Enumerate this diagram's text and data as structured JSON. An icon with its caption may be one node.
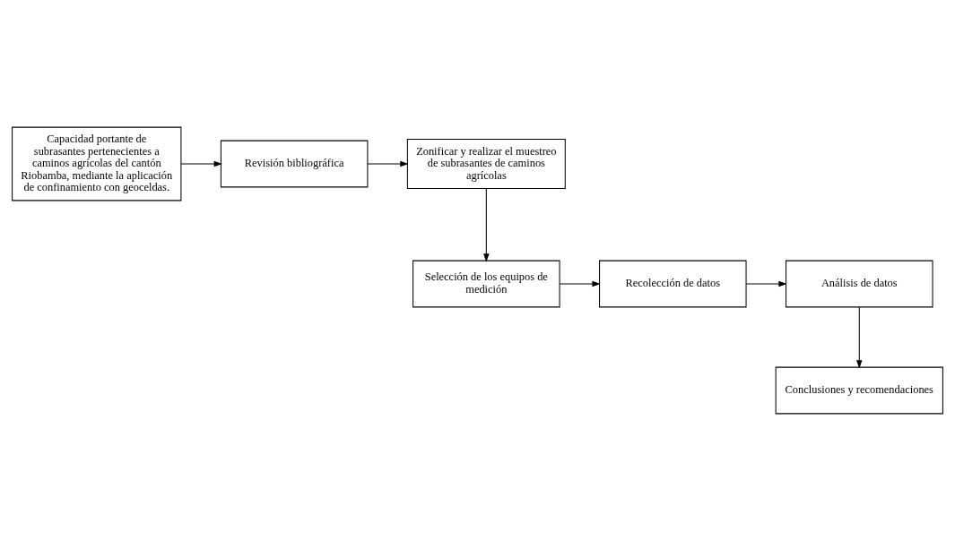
{
  "diagram": {
    "nodes": [
      {
        "text": [
          "Capacidad portante de subrasantes pertenecientes a caminos agrícolas del cantón Riobamba, mediante la aplicación de confinamiento con geoceldas."
        ]
      },
      {
        "text": [
          "Revisión bibliográfica"
        ]
      },
      {
        "text": [
          "Zonificar y realizar el muestreo de subrasantes de caminos agrícolas"
        ]
      },
      {
        "text": [
          "Selección de los equipos de medición"
        ]
      },
      {
        "text": [
          "Recolección de datos"
        ]
      },
      {
        "text": [
          "Análisis de datos"
        ]
      },
      {
        "text": [
          "Conclusiones y recomendaciones"
        ]
      }
    ],
    "edges": [
      {
        "from": 0,
        "to": 1,
        "arrow": "to"
      },
      {
        "from": 1,
        "to": 2,
        "arrow": "to"
      },
      {
        "from": 2,
        "to": 3,
        "arrow": "to"
      },
      {
        "from": 3,
        "to": 4,
        "arrow": "to"
      },
      {
        "from": 4,
        "to": 5,
        "arrow": "to"
      },
      {
        "from": 5,
        "to": 6,
        "arrow": "to"
      }
    ]
  }
}
